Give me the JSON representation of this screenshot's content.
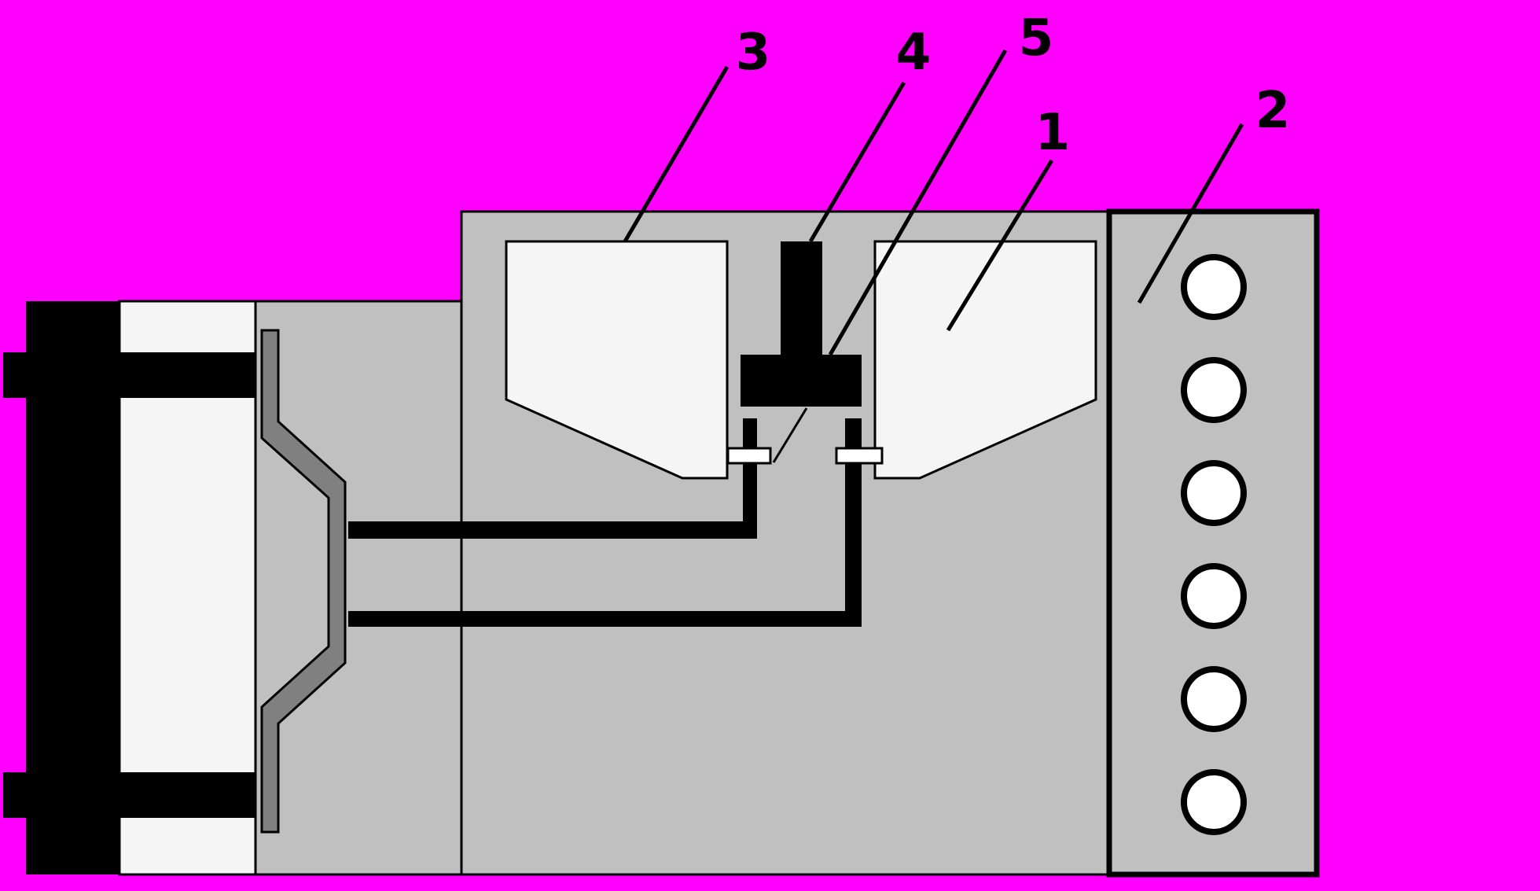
{
  "colors": {
    "background": "#ff00ff",
    "housing": "#c0c0c0",
    "panel": "#f5f5f5",
    "solid": "#000000",
    "plate": "#808080",
    "indicator": "#ffffff"
  },
  "callouts": [
    {
      "id": "1",
      "label": "1"
    },
    {
      "id": "2",
      "label": "2"
    },
    {
      "id": "3",
      "label": "3"
    },
    {
      "id": "4",
      "label": "4"
    },
    {
      "id": "5",
      "label": "5"
    }
  ]
}
